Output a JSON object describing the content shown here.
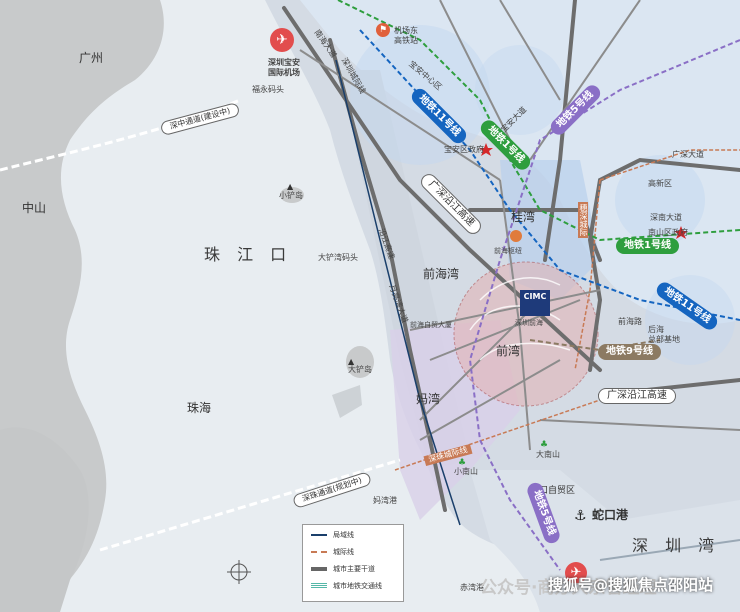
{
  "regions": {
    "guangzhou": "广州",
    "zhongshan": "中山",
    "zhuhai": "珠海",
    "pearl_river_estuary": "珠 江 口",
    "shenzhen_bay": "深 圳 湾",
    "qianhai_bay": "前海湾",
    "qianwan": "前湾",
    "mawan": "妈湾",
    "guiwan": "桂湾",
    "gaoxin": "高新区",
    "shekou_ftz": "蛇口自贸区",
    "shekou_port": "蛇口港",
    "mawan_port": "妈湾港",
    "chiwan_port": "赤湾港",
    "houhai_hq": "后海\n总部基地"
  },
  "places": {
    "baoan_airport": "深圳宝安\n国际机场",
    "airport_east_station": "机场东\n高铁站",
    "fuyong_pier": "福永码头",
    "xiaochan_island": "小铲岛",
    "dachan_pier": "大铲湾码头",
    "dachan_island": "大铲岛",
    "baoan_gov": "宝安区政府",
    "nanshan_gov": "南山区政府",
    "dananshan": "大南山",
    "xiaonanshan": "小南山",
    "baoan_center": "宝安中心区",
    "qianhai_hub": "前海枢纽",
    "qianhai_plaza": "前海自贸大厦",
    "qianwan_tag": "深圳前海",
    "cimc": "CIMC"
  },
  "metro_lines": [
    {
      "label": "地铁11号线",
      "color": "#1565c0"
    },
    {
      "label": "地铁1号线",
      "color": "#2e9e3e"
    },
    {
      "label": "地铁5号线",
      "color": "#8a6fc6"
    },
    {
      "label": "地铁1号线",
      "color": "#2e9e3e"
    },
    {
      "label": "地铁11号线",
      "color": "#1565c0"
    },
    {
      "label": "地铁9号线",
      "color": "#8c7a62"
    },
    {
      "label": "地铁5号线",
      "color": "#8a6fc6"
    }
  ],
  "roads": {
    "shenzhong": "深中通道(建设中)",
    "guangshen_coastal": "广深沿江高速",
    "guangshen_coastal_2": "广深沿江高速",
    "shenzhu_intercity": "深珠城际线",
    "shenzhu_channel": "深珠通道(规划中)",
    "suishen_intercity": "穗深城际",
    "nanhai_ave": "南海大道",
    "guangshen_ave": "广深大道",
    "shenzhen_ave": "深南大道",
    "baoan_ave": "宝安大道",
    "qianhai_rd": "前海路",
    "yueliangwan": "月亮湾大道",
    "yanjiang": "沿江高速",
    "shuicheng": "深圳城际线"
  },
  "legend": [
    {
      "label": "局域线",
      "color": "#1a3f6b"
    },
    {
      "label": "城际线",
      "color": "#c87a55"
    },
    {
      "label": "城市主要干道",
      "color": "#666666"
    },
    {
      "label": "城市地铁交通线",
      "color": "#55b8a8"
    }
  ],
  "watermark": {
    "account": "公众号·商办大宗管经理",
    "source": "搜狐号@搜狐焦点邵阳站"
  }
}
